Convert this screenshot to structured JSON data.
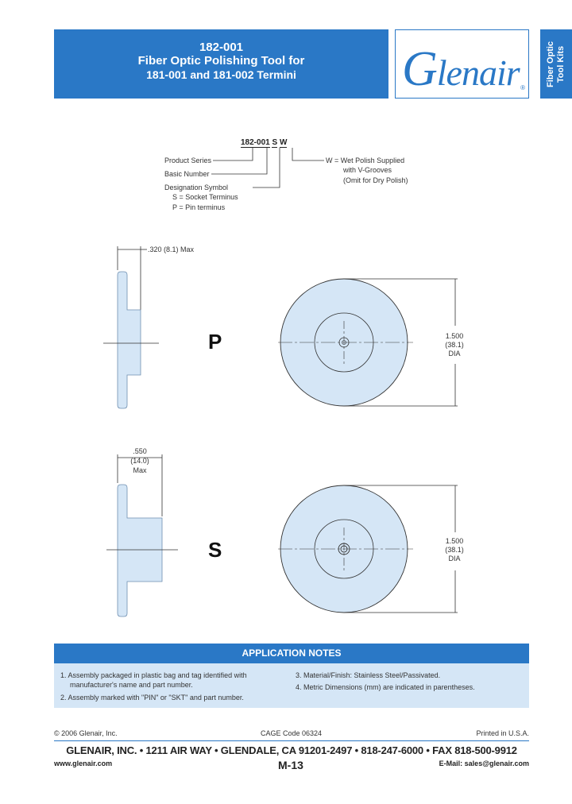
{
  "header": {
    "part_number": "182-001",
    "title_line1": "Fiber Optic Polishing Tool for",
    "title_line2": "181-001 and 181-002 Termini"
  },
  "logo": {
    "initial": "G",
    "rest": "lenair",
    "registered": "®"
  },
  "side_tab": {
    "line1": "Fiber Optic",
    "line2": "Tool Kits"
  },
  "part_number_breakdown": {
    "header_base": "182-001",
    "header_symbol": "S",
    "header_suffix": "W",
    "product_series": "Product Series",
    "basic_number": "Basic Number",
    "designation_symbol": "Designation Symbol",
    "socket": "S = Socket Terminus",
    "pin": "P = Pin terminus",
    "wet_line1": "W = Wet Polish Supplied",
    "wet_line2": "with V-Grooves",
    "wet_line3": "(Omit for Dry Polish)"
  },
  "drawing_p": {
    "letter": "P",
    "thickness_dim": ".320 (8.1) Max",
    "dia_line1": "1.500",
    "dia_line2": "(38.1)",
    "dia_line3": "DIA"
  },
  "drawing_s": {
    "letter": "S",
    "thickness_line1": ".550",
    "thickness_line2": "(14.0)",
    "thickness_line3": "Max",
    "dia_line1": "1.500",
    "dia_line2": "(38.1)",
    "dia_line3": "DIA"
  },
  "application_notes": {
    "heading": "APPLICATION NOTES",
    "note1_line1": "1.  Assembly packaged in plastic bag and tag identified with",
    "note1_line2": "manufacturer's name and part number.",
    "note2": "2.  Assembly marked with \"PIN\" or \"SKT\" and part number.",
    "note3": "3.  Material/Finish: Stainless Steel/Passivated.",
    "note4": "4.  Metric Dimensions (mm) are indicated in parentheses."
  },
  "footer": {
    "copyright": "© 2006 Glenair, Inc.",
    "cage": "CAGE Code 06324",
    "printed": "Printed in U.S.A.",
    "address": "GLENAIR, INC. • 1211 AIR WAY • GLENDALE, CA 91201-2497 • 818-247-6000 • FAX 818-500-9912",
    "website": "www.glenair.com",
    "page": "M-13",
    "email": "E-Mail: sales@glenair.com"
  },
  "colors": {
    "brand_blue": "#2a78c6",
    "part_fill": "#d5e6f6",
    "notes_fill": "#d5e6f6"
  }
}
